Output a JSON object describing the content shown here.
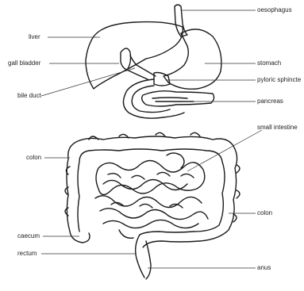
{
  "diagram": {
    "labels": {
      "oesophagus": "oesophagus",
      "liver": "liver",
      "gall_bladder": "gall bladder",
      "stomach": "stomach",
      "bile_duct": "bile duct",
      "pyloric_sphincter": "pyloric sphincte",
      "pancreas": "pancreas",
      "small_intestine": "small intestine",
      "colon_left": "colon",
      "colon_right": "colon",
      "caecum": "caecum",
      "rectum": "rectum",
      "anus": "anus"
    }
  }
}
